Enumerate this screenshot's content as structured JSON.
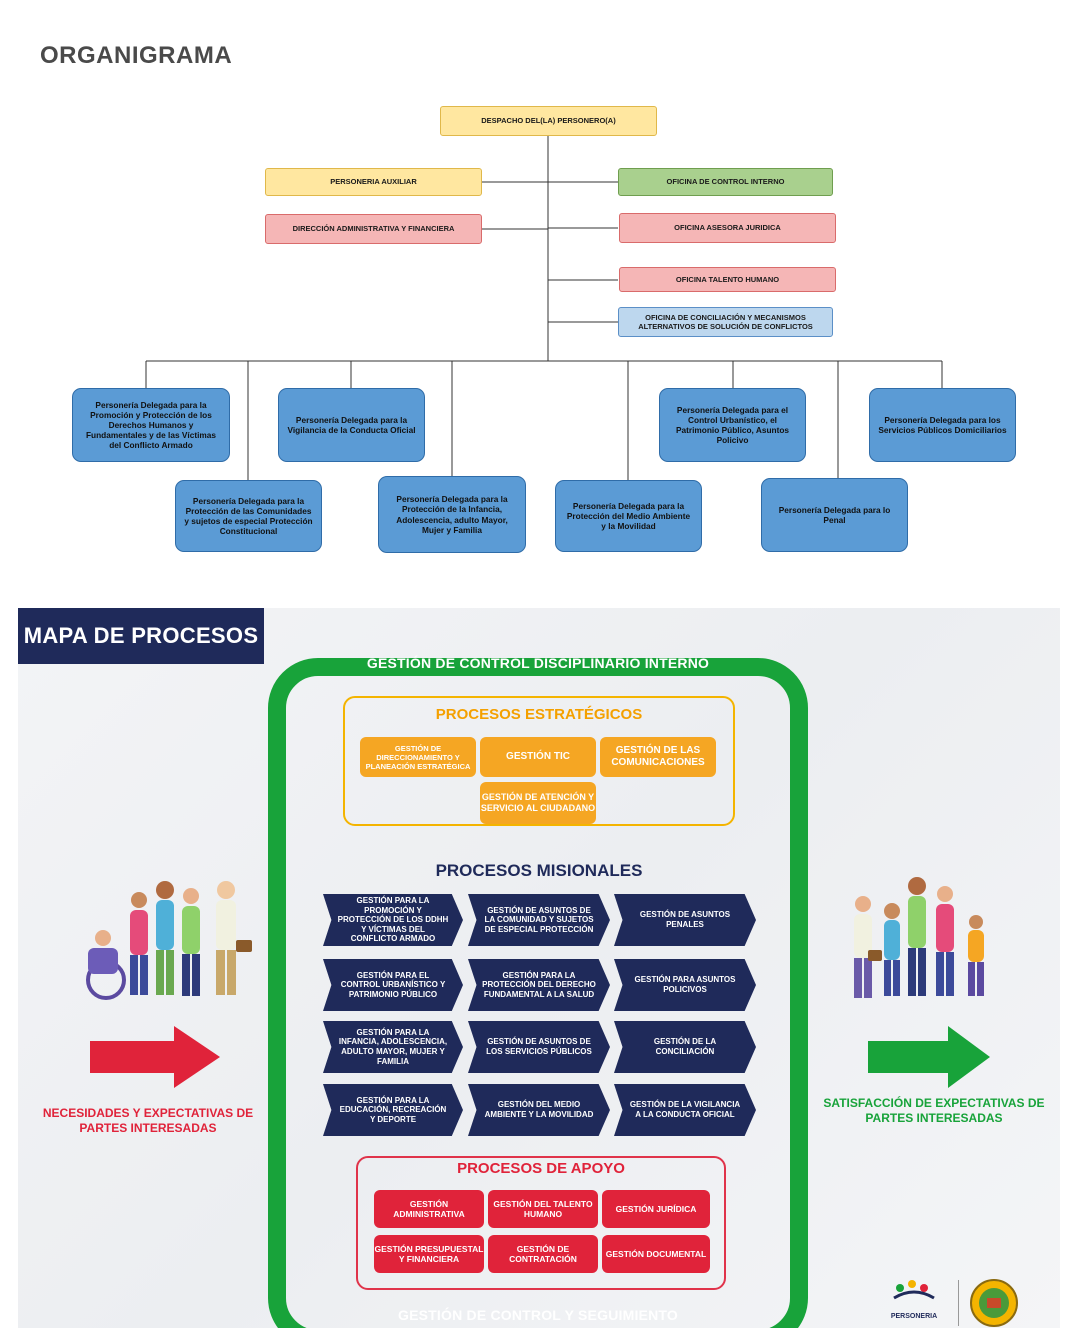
{
  "organigrama": {
    "title": "ORGANIGRAMA",
    "top": "DESPACHO DEL(LA) PERSONERO(A)",
    "auxiliar": "PERSONERIA AUXILIAR",
    "control_interno": "OFICINA DE CONTROL INTERNO",
    "direccion_admin": "DIRECCIÓN ADMINISTRATIVA Y FINANCIERA",
    "asesora_juridica": "OFICINA ASESORA JURIDICA",
    "talento_humano": "OFICINA TALENTO HUMANO",
    "conciliacion": "OFICINA DE CONCILIACIÓN Y MECANISMOS ALTERNATIVOS DE SOLUCIÓN DE CONFLICTOS",
    "delegadas": [
      "Personería Delegada para la Promoción y Protección de los Derechos Humanos y Fundamentales y de las Víctimas del Conflicto Armado",
      "Personería Delegada para la Vigilancia de la Conducta Oficial",
      "Personería Delegada para el Control Urbanístico, el Patrimonio Público, Asuntos Policivo",
      "Personería Delegada para los Servicios Públicos Domiciliarios",
      "Personería Delegada para la Protección de las Comunidades y sujetos de especial Protección Constitucional",
      "Personería Delegada para la Protección de la Infancia, Adolescencia, adulto Mayor, Mujer y Familia",
      "Personería Delegada para la Protección del Medio Ambiente y la Movilidad",
      "Personería Delegada para lo Penal"
    ]
  },
  "mapa": {
    "title": "MAPA DE PROCESOS",
    "frame_top": "GESTIÓN DE CONTROL DISCIPLINARIO INTERNO",
    "frame_bottom": "GESTIÓN DE CONTROL Y SEGUIMIENTO",
    "estrategicos_title": "PROCESOS ESTRATÉGICOS",
    "estrategicos": [
      "GESTIÓN DE DIRECCIONAMIENTO Y PLANEACIÓN ESTRATÉGICA",
      "GESTIÓN TIC",
      "GESTIÓN DE LAS COMUNICACIONES",
      "GESTIÓN DE ATENCIÓN Y SERVICIO AL CIUDADANO"
    ],
    "misionales_title": "PROCESOS MISIONALES",
    "misionales": [
      "GESTIÓN PARA LA PROMOCIÓN Y PROTECCIÓN DE LOS DDHH Y VÍCTIMAS DEL CONFLICTO ARMADO",
      "GESTIÓN DE ASUNTOS DE LA COMUNIDAD Y SUJETOS DE ESPECIAL PROTECCIÓN",
      "GESTIÓN DE ASUNTOS PENALES",
      "GESTIÓN PARA EL CONTROL URBANÍSTICO Y PATRIMONIO PÚBLICO",
      "GESTIÓN PARA LA PROTECCIÓN DEL DERECHO FUNDAMENTAL A LA SALUD",
      "GESTIÓN PARA ASUNTOS POLICIVOS",
      "GESTIÓN PARA LA INFANCIA, ADOLESCENCIA, ADULTO MAYOR, MUJER Y FAMILIA",
      "GESTIÓN DE ASUNTOS DE LOS SERVICIOS PÚBLICOS",
      "GESTIÓN DE LA CONCILIACIÓN",
      "GESTIÓN PARA LA EDUCACIÓN, RECREACIÓN Y DEPORTE",
      "GESTIÓN DEL MEDIO AMBIENTE Y LA MOVILIDAD",
      "GESTIÓN DE LA VIGILANCIA A LA CONDUCTA OFICIAL"
    ],
    "apoyo_title": "PROCESOS DE APOYO",
    "apoyo": [
      "GESTIÓN ADMINISTRATIVA",
      "GESTIÓN DEL TALENTO HUMANO",
      "GESTIÓN JURÍDICA",
      "GESTIÓN PRESUPUESTAL Y FINANCIERA",
      "GESTIÓN DE CONTRATACIÓN",
      "GESTIÓN DOCUMENTAL"
    ],
    "left_text": "NECESIDADES Y EXPECTATIVAS DE PARTES INTERESADAS",
    "right_text": "SATISFACCIÓN DE EXPECTATIVAS DE PARTES INTERESADAS",
    "logo_text": "PERSONERIA",
    "colors": {
      "navy": "#1f2a5a",
      "green": "#18a33a",
      "orange": "#f5a623",
      "red": "#e0233a",
      "gold": "#f4b400"
    }
  }
}
